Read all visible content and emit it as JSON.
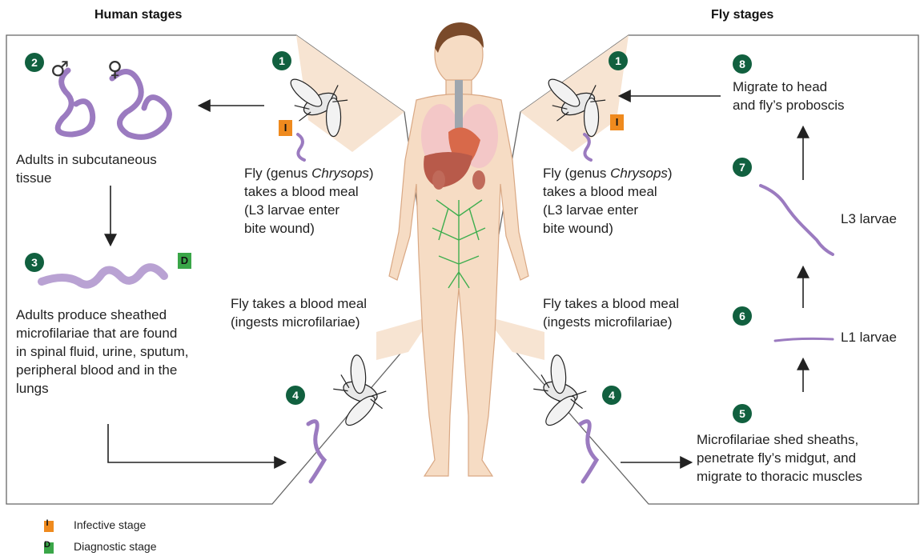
{
  "headers": {
    "human": "Human stages",
    "fly": "Fly stages"
  },
  "colors": {
    "badge": "#11603f",
    "infective": "#ef8a1e",
    "diagnostic": "#3aa648",
    "worm": "#9b7bc0",
    "skin": "#f6dcc4",
    "panel_border": "#666666"
  },
  "steps": {
    "s1_left": {
      "num": "1",
      "line1": "Fly (genus ",
      "italic": "Chrysops",
      "line1_end": ")",
      "line2": "takes a blood meal",
      "line3": "(L3 larvae enter",
      "line4": "bite wound)"
    },
    "s1_right": {
      "num": "1",
      "line1": "Fly (genus ",
      "italic": "Chrysops",
      "line1_end": ")",
      "line2": "takes a blood meal",
      "line3": "(L3 larvae enter",
      "line4": "bite wound)"
    },
    "s2": {
      "num": "2",
      "male": "♂",
      "female": "♀",
      "line1": "Adults in subcutaneous",
      "line2": "tissue"
    },
    "s3": {
      "num": "3",
      "line1": "Adults produce sheathed",
      "line2": "microfilariae that are found",
      "line3": "in spinal fluid, urine, sputum,",
      "line4": "peripheral blood and in the",
      "line5": "lungs"
    },
    "s4_left": {
      "num": "4",
      "line1": "Fly takes a blood meal",
      "line2": "(ingests microfilariae)"
    },
    "s4_right": {
      "num": "4",
      "line1": "Fly takes a blood meal",
      "line2": "(ingests microfilariae)"
    },
    "s5": {
      "num": "5",
      "line1": "Microfilariae shed sheaths,",
      "line2": "penetrate fly’s midgut, and",
      "line3": "migrate to thoracic muscles"
    },
    "s6": {
      "num": "6",
      "label": "L1 larvae"
    },
    "s7": {
      "num": "7",
      "label": "L3 larvae"
    },
    "s8": {
      "num": "8",
      "line1": "Migrate to head",
      "line2": "and fly’s proboscis"
    }
  },
  "tags": {
    "infective": "I",
    "diagnostic": "D"
  },
  "legend": {
    "infective": "Infective stage",
    "diagnostic": "Diagnostic stage"
  }
}
